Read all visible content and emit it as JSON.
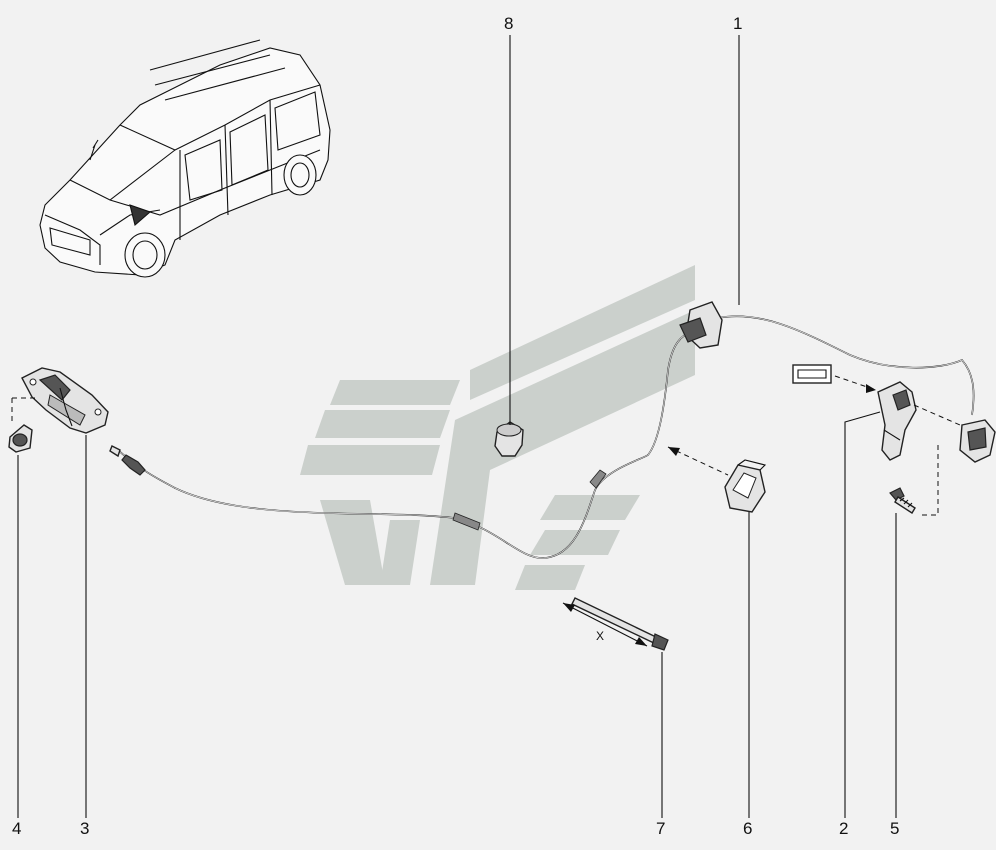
{
  "callouts": [
    {
      "id": "c1",
      "label": "1"
    },
    {
      "id": "c2",
      "label": "2"
    },
    {
      "id": "c3",
      "label": "3"
    },
    {
      "id": "c4",
      "label": "4"
    },
    {
      "id": "c5",
      "label": "5"
    },
    {
      "id": "c6",
      "label": "6"
    },
    {
      "id": "c7",
      "label": "7"
    },
    {
      "id": "c8",
      "label": "8"
    }
  ],
  "dimension_label": "X",
  "colors": {
    "background": "#f2f2f2",
    "watermark": "#cbd0cc",
    "line": "#111111"
  }
}
